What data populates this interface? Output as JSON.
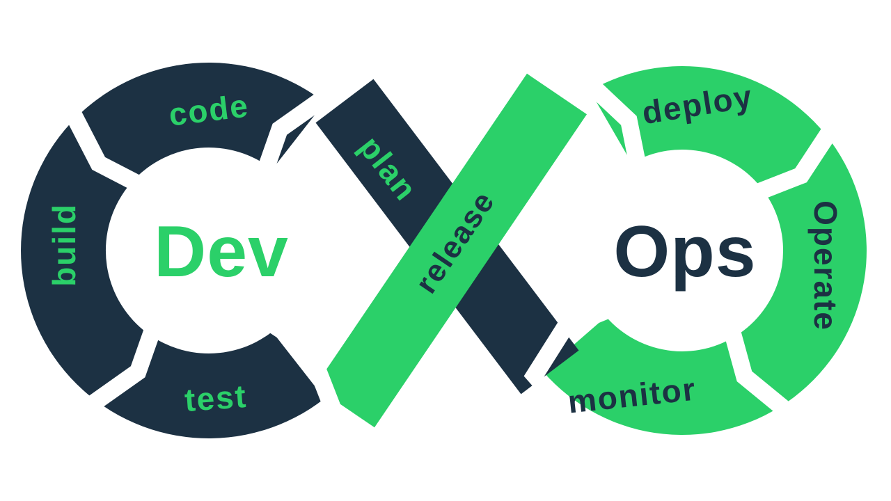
{
  "diagram": {
    "type": "devops-infinity-loop",
    "dev_label": "Dev",
    "ops_label": "Ops",
    "stages": {
      "plan": "plan",
      "code": "code",
      "build": "build",
      "test": "test",
      "release": "release",
      "deploy": "deploy",
      "operate": "Operate",
      "monitor": "monitor"
    }
  },
  "colors": {
    "dark": "#1c3143",
    "green": "#2bd069",
    "background": "#ffffff"
  }
}
